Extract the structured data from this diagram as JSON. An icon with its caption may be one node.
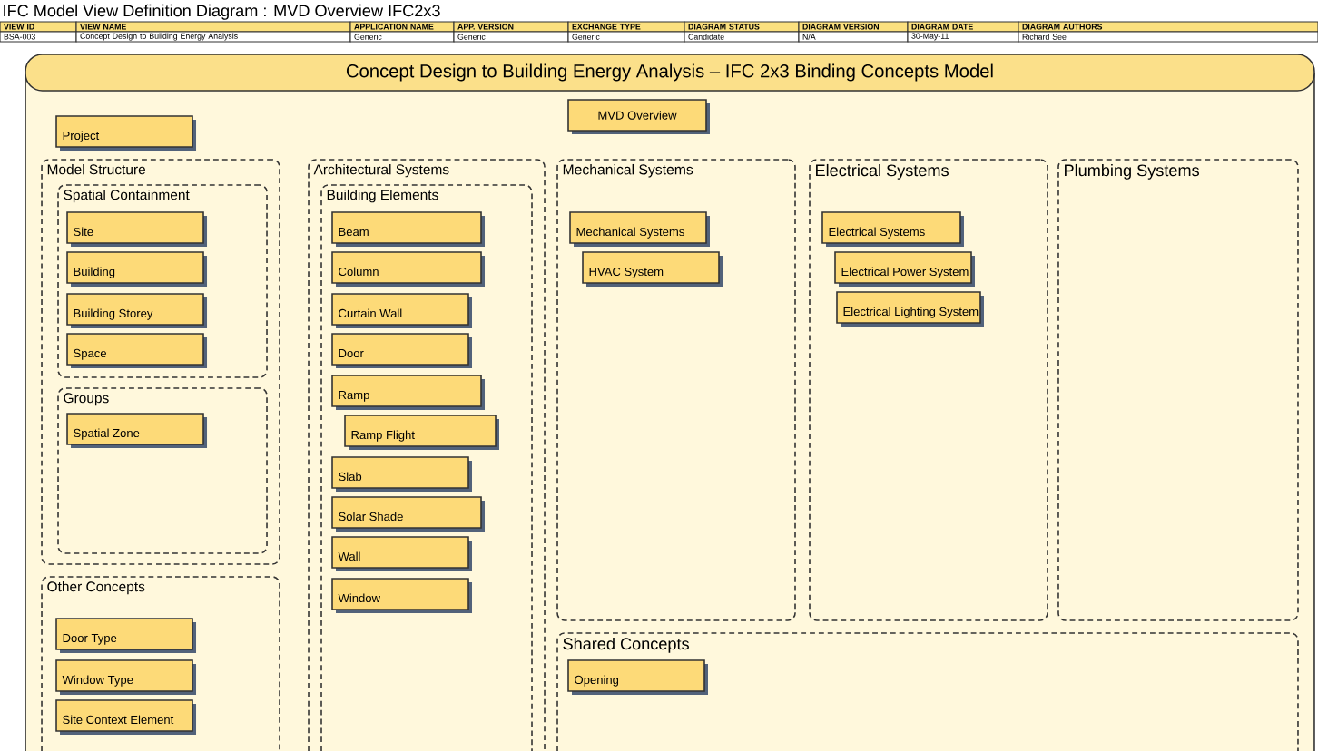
{
  "diagram": {
    "title": "IFC Model View Definition Diagram : MVD Overview IFC2x3",
    "nodes": [
      {
        "text": [
          "Concept Design to Building Energy Analysis – IFC 2x3 Binding Concepts Model"
        ]
      },
      {
        "text": [
          "Project"
        ],
        "in": 0
      },
      {
        "text": [
          "MVD Overview"
        ],
        "in": 0
      },
      {
        "text": [
          "Model Structure"
        ],
        "in": 0
      },
      {
        "text": [
          "Spatial Containment"
        ],
        "in": 3
      },
      {
        "text": [
          "Site"
        ],
        "in": 4
      },
      {
        "text": [
          "Building"
        ],
        "in": 4
      },
      {
        "text": [
          "Building Storey"
        ],
        "in": 4
      },
      {
        "text": [
          "Space"
        ],
        "in": 4
      },
      {
        "text": [
          "Groups"
        ],
        "in": 3
      },
      {
        "text": [
          "Spatial Zone"
        ],
        "in": 9
      },
      {
        "text": [
          "Other Concepts"
        ],
        "in": 0
      },
      {
        "text": [
          "Door Type"
        ],
        "in": 11
      },
      {
        "text": [
          "Window Type"
        ],
        "in": 11
      },
      {
        "text": [
          "Site Context Element"
        ],
        "in": 11
      },
      {
        "text": [
          "Architectural Systems"
        ],
        "in": 0
      },
      {
        "text": [
          "Building Elements"
        ],
        "in": 15
      },
      {
        "text": [
          "Beam"
        ],
        "in": 16
      },
      {
        "text": [
          "Column"
        ],
        "in": 16
      },
      {
        "text": [
          "Curtain Wall"
        ],
        "in": 16
      },
      {
        "text": [
          "Door"
        ],
        "in": 16
      },
      {
        "text": [
          "Ramp"
        ],
        "in": 16
      },
      {
        "text": [
          "Ramp Flight"
        ],
        "in": 16
      },
      {
        "text": [
          "Slab"
        ],
        "in": 16
      },
      {
        "text": [
          "Solar Shade"
        ],
        "in": 16
      },
      {
        "text": [
          "Wall"
        ],
        "in": 16
      },
      {
        "text": [
          "Window"
        ],
        "in": 16
      },
      {
        "text": [
          "Mechanical Systems"
        ],
        "in": 0
      },
      {
        "text": [
          "Mechanical Systems"
        ],
        "in": 27
      },
      {
        "text": [
          "HVAC System"
        ],
        "in": 27
      },
      {
        "text": [
          "Electrical Systems"
        ],
        "in": 0
      },
      {
        "text": [
          "Electrical Systems"
        ],
        "in": 30
      },
      {
        "text": [
          "Electrical Power System"
        ],
        "in": 30
      },
      {
        "text": [
          "Electrical Lighting System"
        ],
        "in": 30
      },
      {
        "text": [
          "Plumbing Systems"
        ],
        "in": 0
      },
      {
        "text": [
          "Shared Concepts"
        ],
        "in": 0
      },
      {
        "text": [
          "Opening"
        ],
        "in": 35
      }
    ],
    "labels": [
      "VIEW ID",
      "VIEW NAME",
      "APPLICATION NAME",
      "APP. VERSION",
      "EXCHANGE TYPE",
      "DIAGRAM STATUS",
      "DIAGRAM VERSION",
      "DIAGRAM DATE",
      "DIAGRAM AUTHORS",
      "BSA-003",
      "Concept Design to Building Energy Analysis",
      "Generic",
      "Generic",
      "Generic",
      "Candidate",
      "N/A",
      "30-May-11",
      "Richard See"
    ]
  }
}
